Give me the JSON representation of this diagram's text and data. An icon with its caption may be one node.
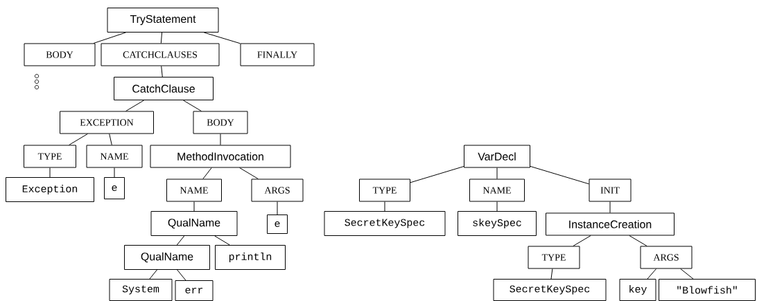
{
  "diagram": {
    "nodes": [
      {
        "text": [
          "TryStatement"
        ]
      },
      {
        "text": [
          "BODY"
        ]
      },
      {
        "text": [
          "CATCHCLAUSES"
        ]
      },
      {
        "text": [
          "FINALLY"
        ]
      },
      {
        "text": [
          "CatchClause"
        ]
      },
      {
        "text": [
          "EXCEPTION"
        ]
      },
      {
        "text": [
          "BODY"
        ]
      },
      {
        "text": [
          "TYPE"
        ]
      },
      {
        "text": [
          "NAME"
        ]
      },
      {
        "text": [
          "MethodInvocation"
        ]
      },
      {
        "text": [
          "Exception"
        ]
      },
      {
        "text": [
          "e"
        ]
      },
      {
        "text": [
          "NAME"
        ]
      },
      {
        "text": [
          "ARGS"
        ]
      },
      {
        "text": [
          "QualName"
        ]
      },
      {
        "text": [
          "e"
        ]
      },
      {
        "text": [
          "QualName"
        ]
      },
      {
        "text": [
          "println"
        ]
      },
      {
        "text": [
          "System"
        ]
      },
      {
        "text": [
          "err"
        ]
      },
      {
        "text": [
          "VarDecl"
        ]
      },
      {
        "text": [
          "TYPE"
        ]
      },
      {
        "text": [
          "NAME"
        ]
      },
      {
        "text": [
          "INIT"
        ]
      },
      {
        "text": [
          "SecretKeySpec"
        ]
      },
      {
        "text": [
          "skeySpec"
        ]
      },
      {
        "text": [
          "InstanceCreation"
        ]
      },
      {
        "text": [
          "TYPE"
        ]
      },
      {
        "text": [
          "ARGS"
        ]
      },
      {
        "text": [
          "SecretKeySpec"
        ]
      },
      {
        "text": [
          "key"
        ]
      },
      {
        "text": [
          "\"Blowfish\""
        ]
      }
    ],
    "edges": [
      {
        "from": 0,
        "to": 1,
        "arrow": "none"
      },
      {
        "from": 0,
        "to": 2,
        "arrow": "none"
      },
      {
        "from": 0,
        "to": 3,
        "arrow": "none"
      },
      {
        "from": 2,
        "to": 4,
        "arrow": "none"
      },
      {
        "from": 4,
        "to": 5,
        "arrow": "none"
      },
      {
        "from": 4,
        "to": 6,
        "arrow": "none"
      },
      {
        "from": 5,
        "to": 7,
        "arrow": "none"
      },
      {
        "from": 5,
        "to": 8,
        "arrow": "none"
      },
      {
        "from": 6,
        "to": 9,
        "arrow": "none"
      },
      {
        "from": 7,
        "to": 10,
        "arrow": "none"
      },
      {
        "from": 8,
        "to": 11,
        "arrow": "none"
      },
      {
        "from": 9,
        "to": 12,
        "arrow": "none"
      },
      {
        "from": 9,
        "to": 13,
        "arrow": "none"
      },
      {
        "from": 12,
        "to": 14,
        "arrow": "none"
      },
      {
        "from": 13,
        "to": 15,
        "arrow": "none"
      },
      {
        "from": 14,
        "to": 16,
        "arrow": "none"
      },
      {
        "from": 14,
        "to": 17,
        "arrow": "none"
      },
      {
        "from": 16,
        "to": 18,
        "arrow": "none"
      },
      {
        "from": 16,
        "to": 19,
        "arrow": "none"
      },
      {
        "from": 20,
        "to": 21,
        "arrow": "none"
      },
      {
        "from": 20,
        "to": 22,
        "arrow": "none"
      },
      {
        "from": 20,
        "to": 23,
        "arrow": "none"
      },
      {
        "from": 21,
        "to": 24,
        "arrow": "none"
      },
      {
        "from": 22,
        "to": 25,
        "arrow": "none"
      },
      {
        "from": 23,
        "to": 26,
        "arrow": "none"
      },
      {
        "from": 26,
        "to": 27,
        "arrow": "none"
      },
      {
        "from": 26,
        "to": 28,
        "arrow": "none"
      },
      {
        "from": 27,
        "to": 29,
        "arrow": "none"
      },
      {
        "from": 28,
        "to": 30,
        "arrow": "none"
      },
      {
        "from": 28,
        "to": 31,
        "arrow": "none"
      }
    ]
  }
}
